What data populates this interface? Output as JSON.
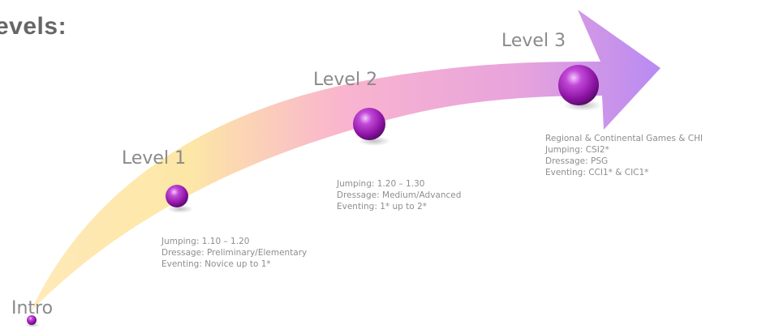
{
  "heading": "evels:",
  "colors": {
    "arrow_start": "#ffe3a8",
    "arrow_mid": "#f7a8cc",
    "arrow_end": "#b88af2",
    "bead_main": "#9a1fb0",
    "bead_dark": "#4a0a5c",
    "text_gray": "#8a8a8a"
  },
  "levels": [
    {
      "label": "Intro",
      "details": []
    },
    {
      "label": "Level 1",
      "details": [
        "Jumping: 1.10 – 1.20",
        "Dressage: Preliminary/Elementary",
        "Eventing: Novice up to 1*"
      ]
    },
    {
      "label": "Level 2",
      "details": [
        "Jumping: 1.20 – 1.30",
        "Dressage: Medium/Advanced",
        "Eventing: 1* up to 2*"
      ]
    },
    {
      "label": "Level 3",
      "details": [
        "Regional & Continental Games & CHI",
        "Jumping: CSI2*",
        "Dressage: PSG",
        "Eventing: CCI1* & CIC1*"
      ]
    }
  ]
}
